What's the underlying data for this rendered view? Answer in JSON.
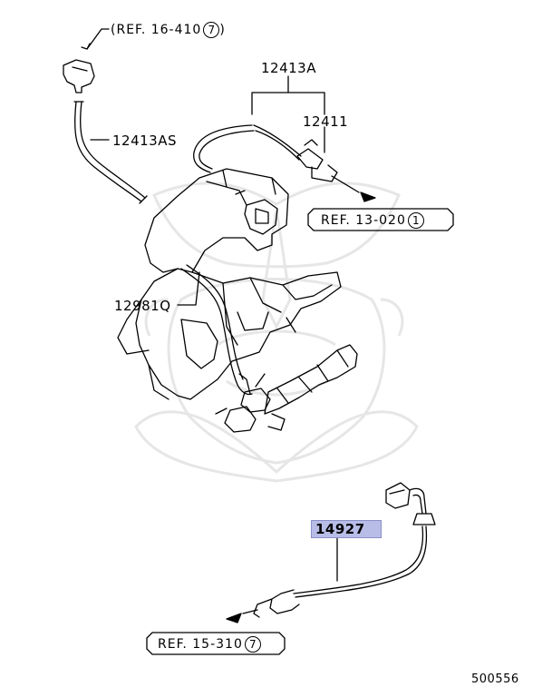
{
  "diagram": {
    "ref_top": {
      "text": "(REF. 16-410",
      "num": "7"
    },
    "ref_mid": {
      "text": "REF. 13-020",
      "num": "1"
    },
    "ref_bottom": {
      "text": "REF. 15-310",
      "num": "7"
    },
    "parts": {
      "p12413A": "12413A",
      "p12411": "12411",
      "p12413AS": "12413AS",
      "p12981Q": "12981Q",
      "p14927": "14927"
    },
    "diagram_id": "500556",
    "colors": {
      "highlight_fill": "#b8bde8",
      "watermark": "#e6e6e6"
    }
  }
}
